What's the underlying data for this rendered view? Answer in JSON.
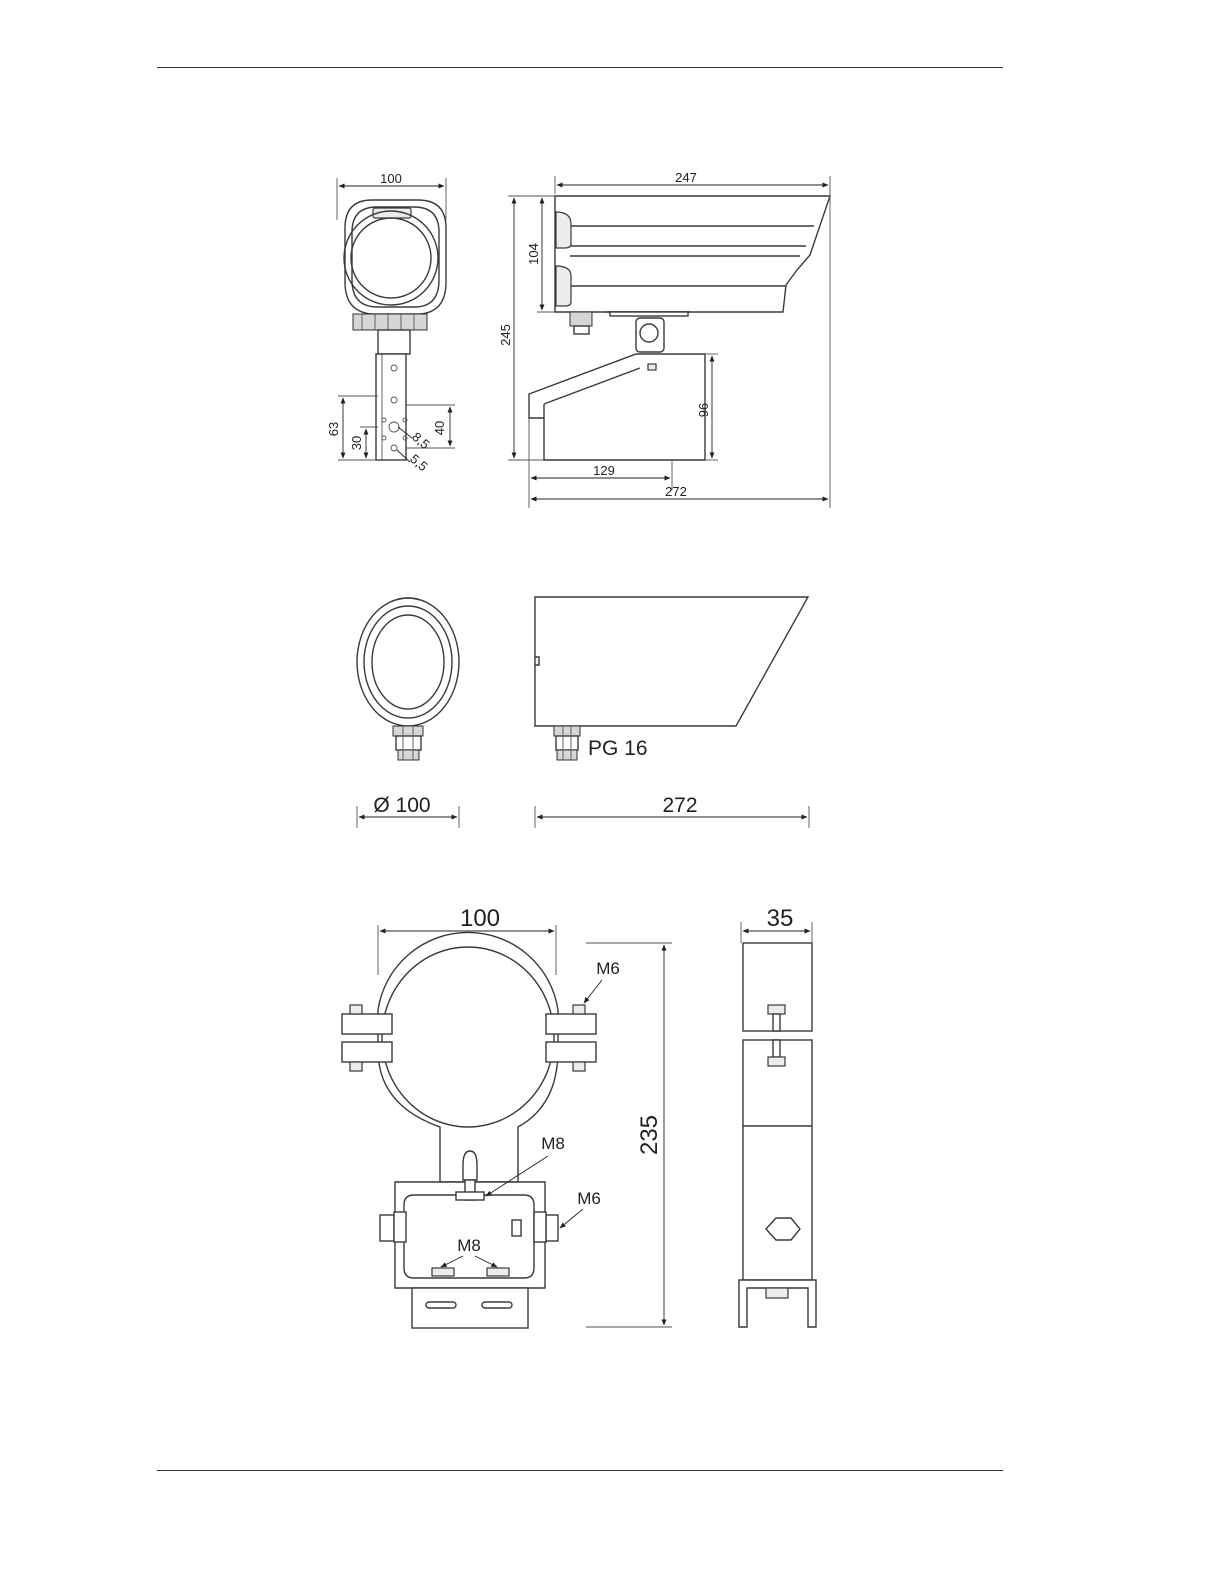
{
  "view1": {
    "front_width": "100",
    "side_length": "247",
    "side_height": "104",
    "overall_height": "245",
    "bracket_height": "96",
    "bracket_depth": "129",
    "overall_length": "272",
    "bracket_63": "63",
    "bracket_30": "30",
    "bracket_40": "40",
    "hole_large": "8,5",
    "hole_small": "5,5"
  },
  "view2": {
    "diameter": "Ø 100",
    "length": "272",
    "gland": "PG 16"
  },
  "view3": {
    "clamp_width": "100",
    "side_width": "35",
    "height": "235",
    "bolt_m6_top": "M6",
    "bolt_m8_center": "M8",
    "bolt_m6_side": "M6",
    "bolt_m8_base": "M8"
  }
}
